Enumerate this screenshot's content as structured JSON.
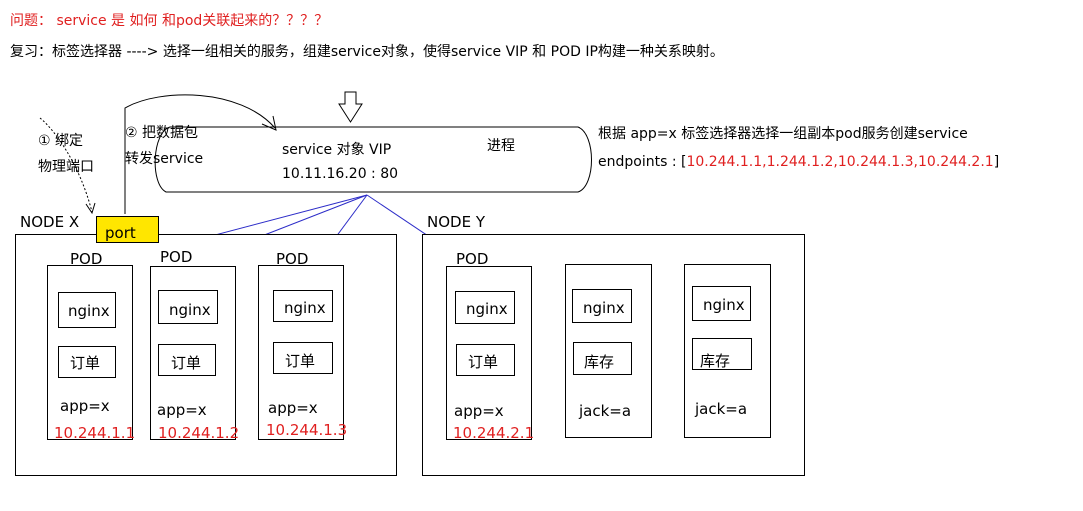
{
  "title": "问题： service 是 如何 和pod关联起来的？？？？",
  "review": "复习：标签选择器 ----> 选择一组相关的服务，组建service对象，使得service VIP  和 POD IP构建一种关系映射。",
  "service": {
    "label": "service 对象    VIP",
    "process": "进程",
    "address": "10.11.16.20 : 80"
  },
  "notes": {
    "step1_line1": "① 绑定",
    "step1_line2": "物理端口",
    "step2_line1": "② 把数据包",
    "step2_line2": "转发service"
  },
  "selector_text": "根据 app=x 标签选择器选择一组副本pod服务创建service",
  "endpoints": {
    "label": "endpoints : [",
    "ips": "10.244.1.1,1.244.1.2,10.244.1.3,10.244.2.1",
    "close": "]"
  },
  "port_label": "port",
  "node_x": {
    "label": "NODE X",
    "pods": [
      {
        "title": "POD",
        "c1": "nginx",
        "c2": "订单",
        "tag": "app=x",
        "ip": "10.244.1.1"
      },
      {
        "title": "POD",
        "c1": "nginx",
        "c2": "订单",
        "tag": "app=x",
        "ip": "10.244.1.2"
      },
      {
        "title": "POD",
        "c1": "nginx",
        "c2": "订单",
        "tag": "app=x",
        "ip": "10.244.1.3"
      }
    ]
  },
  "node_y": {
    "label": "NODE Y",
    "pods": [
      {
        "title": "POD",
        "c1": "nginx",
        "c2": "订单",
        "tag": "app=x",
        "ip": "10.244.2.1"
      },
      {
        "c1": "nginx",
        "c2": "库存",
        "tag": "jack=a"
      },
      {
        "c1": "nginx",
        "c2": "库存",
        "tag": "jack=a"
      }
    ]
  },
  "colors": {
    "red": "#e02020",
    "blue": "#2c2cc8",
    "port_yellow": "#ffe600"
  }
}
